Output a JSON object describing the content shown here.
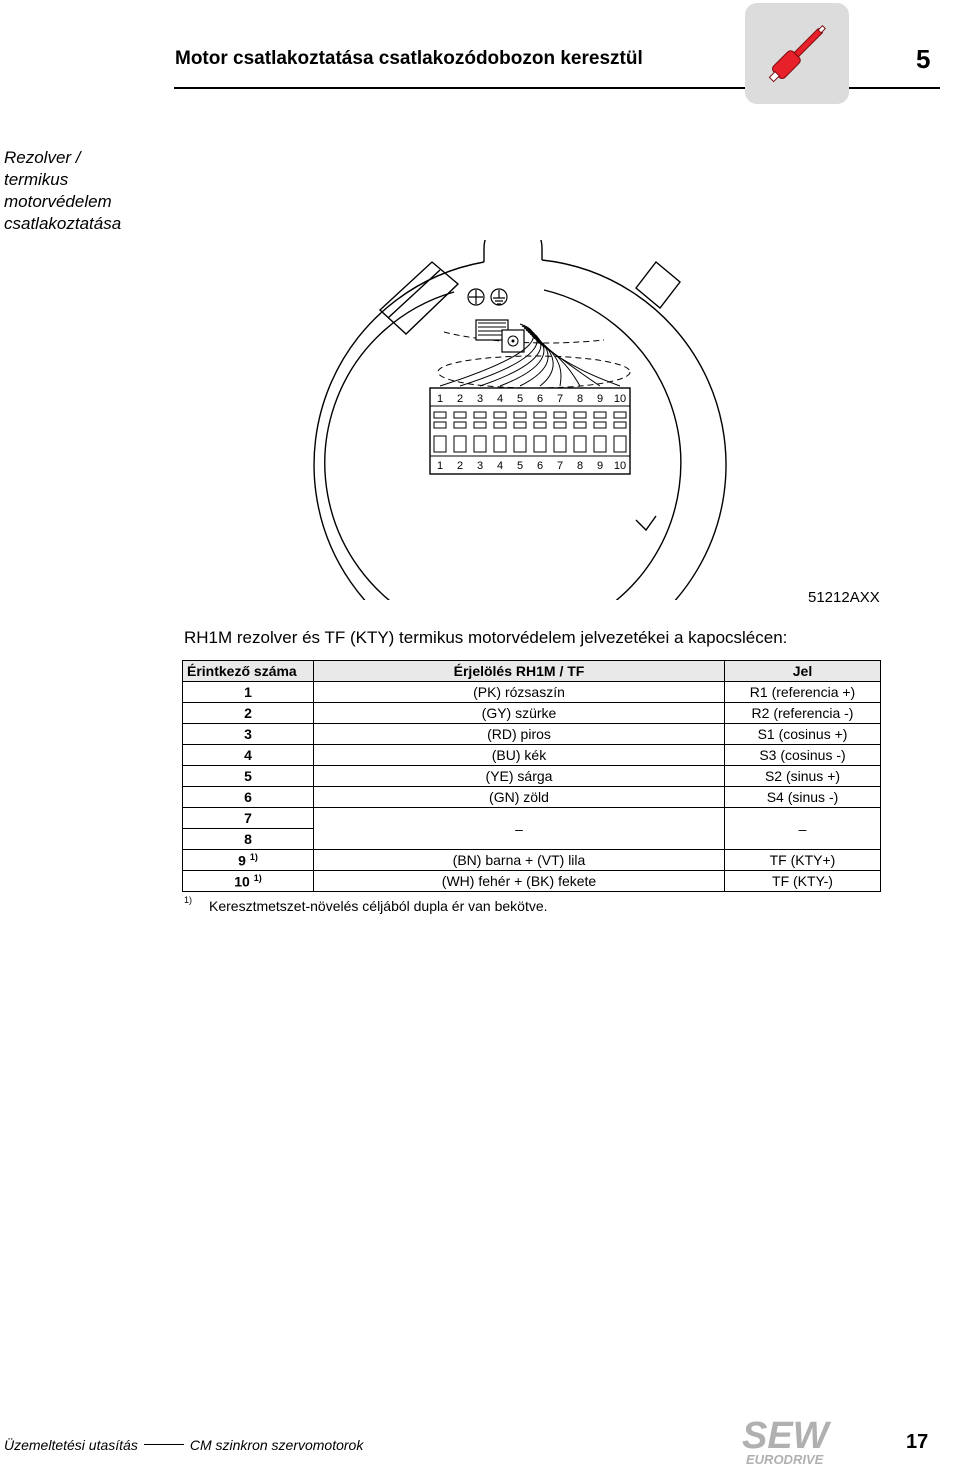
{
  "header": {
    "title": "Motor csatlakoztatása csatlakozódobozon keresztül",
    "chapter": "5",
    "icon": "screwdriver-icon"
  },
  "section": {
    "title_lines": [
      "Rezolver /",
      "termikus",
      "motorvédelem",
      "csatlakoztatása"
    ]
  },
  "figure": {
    "code": "51212AXX",
    "terminal_numbers": [
      "1",
      "2",
      "3",
      "4",
      "5",
      "6",
      "7",
      "8",
      "9",
      "10"
    ]
  },
  "caption": "RH1M rezolver és TF (KTY) termikus motorvédelem jelvezetékei a kapocslécen:",
  "table": {
    "headers": [
      "Érintkező száma",
      "Érjelölés RH1M / TF",
      "Jel"
    ],
    "rows": [
      {
        "pin": "1",
        "sup": "",
        "marking": "(PK) rózsaszín",
        "signal": "R1 (referencia +)"
      },
      {
        "pin": "2",
        "sup": "",
        "marking": "(GY) szürke",
        "signal": "R2 (referencia -)"
      },
      {
        "pin": "3",
        "sup": "",
        "marking": "(RD) piros",
        "signal": "S1 (cosinus +)"
      },
      {
        "pin": "4",
        "sup": "",
        "marking": "(BU) kék",
        "signal": "S3 (cosinus -)"
      },
      {
        "pin": "5",
        "sup": "",
        "marking": "(YE) sárga",
        "signal": "S2 (sinus +)"
      },
      {
        "pin": "6",
        "sup": "",
        "marking": "(GN) zöld",
        "signal": "S4 (sinus -)"
      }
    ],
    "merged": {
      "pins": [
        "7",
        "8"
      ],
      "marking": "–",
      "signal": "–"
    },
    "rows_after": [
      {
        "pin": "9",
        "sup": "1)",
        "marking": "(BN) barna + (VT) lila",
        "signal": "TF (KTY+)"
      },
      {
        "pin": "10",
        "sup": "1)",
        "marking": "(WH) fehér + (BK) fekete",
        "signal": "TF (KTY-)"
      }
    ]
  },
  "footnote": {
    "mark": "1)",
    "text": "Keresztmetszet-növelés céljából dupla ér van bekötve."
  },
  "footer": {
    "manual": "Üzemeltetési utasítás",
    "product": "CM szinkron szervomotorok",
    "logo_top": "SEW",
    "logo_bottom": "EURODRIVE",
    "page": "17"
  },
  "colors": {
    "icon_background": "#dcdcdc",
    "screwdriver_red": "#e8202a",
    "logo_gray": "#b0b0b0",
    "table_header_bg": "#e9e9e9"
  }
}
